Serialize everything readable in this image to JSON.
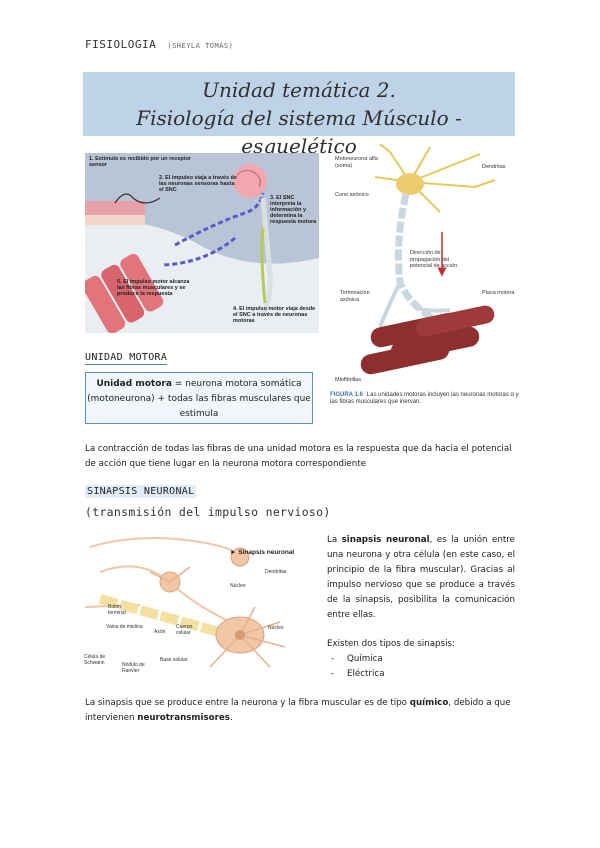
{
  "header": {
    "subject": "FISIOLOGIA",
    "author": "(SHEYLA TOMÁS)"
  },
  "title": {
    "line1": "Unidad temática 2.",
    "line2": "Fisiología del sistema Músculo - esquelético"
  },
  "figure_reflex": {
    "steps": [
      "1. Estímulo es recibido por un receptor sensor",
      "2. El impulso viaja a través de las neuronas sensoras hasta el SNC",
      "3. El SNC interpreta la información y determina la respuesta motora",
      "4. El impulso motor viaja desde el SNC a través de neuronas motoras",
      "5. El impulso motor alcanza las fibras musculares y se produce la respuesta"
    ]
  },
  "figure_motor_unit": {
    "labels": {
      "soma": "Motoneurona alfa (soma)",
      "dendrites": "Dendritas",
      "axon_cone": "Cono axónico",
      "direction": "Dirección de propagación del potencial de acción",
      "terminal": "Terminación axónica",
      "plate": "Placa motora",
      "myofibrils": "Miofibrillas"
    },
    "caption_label": "FIGURA 1.6",
    "caption_text": "Las unidades motoras incluyen las neuronas motoras α y las fibras musculares que inervan."
  },
  "motor_unit_section": {
    "heading": "UNIDAD MOTORA",
    "definition_term": "Unidad motora",
    "definition_rest": " = neurona motora somática (motoneurona) + todas las fibras musculares que estimula"
  },
  "para_contraction": "La contracción de todas las fibras de una unidad motora es la respuesta que da hacia el potencial de acción que tiene lugar en la neurona motora correspondiente",
  "synapsis_section": {
    "heading": "SINAPSIS NEURONAL",
    "subtitle": "(transmisión del impulso nervioso)",
    "text_pre": "La ",
    "text_term": "sinapsis neuronal",
    "text_post": ", es la unión entre una neurona y otra célula (en este caso, el principio de la fibra muscular). Gracias al impulso nervioso que se produce a través de la sinapsis, posibilita la comunicación entre ellas.",
    "types_intro": "Existen dos tipos de sinapsis:",
    "types": [
      "Química",
      "Eléctrica"
    ]
  },
  "figure_neuron": {
    "labels": {
      "synapse": "Sinapsis neuronal",
      "dendrites": "Dendritas",
      "nucleus": "Núcleo",
      "axon_terminal": "Botón terminal",
      "myelin": "Vaina de mielina",
      "axon": "Axón",
      "cell_body": "Cuerpo celular",
      "nucleus2": "Núcleo",
      "schwann": "Célula de Schwann",
      "ranvier": "Nódulo de Ranvier",
      "base": "Base celular"
    }
  },
  "para_final": {
    "pre": "La sinapsis que se produce entre la neurona y la fibra muscular es de tipo ",
    "term1": "químico",
    "mid": ", debido a que intervienen ",
    "term2": "neurotransmisores",
    "post": "."
  }
}
